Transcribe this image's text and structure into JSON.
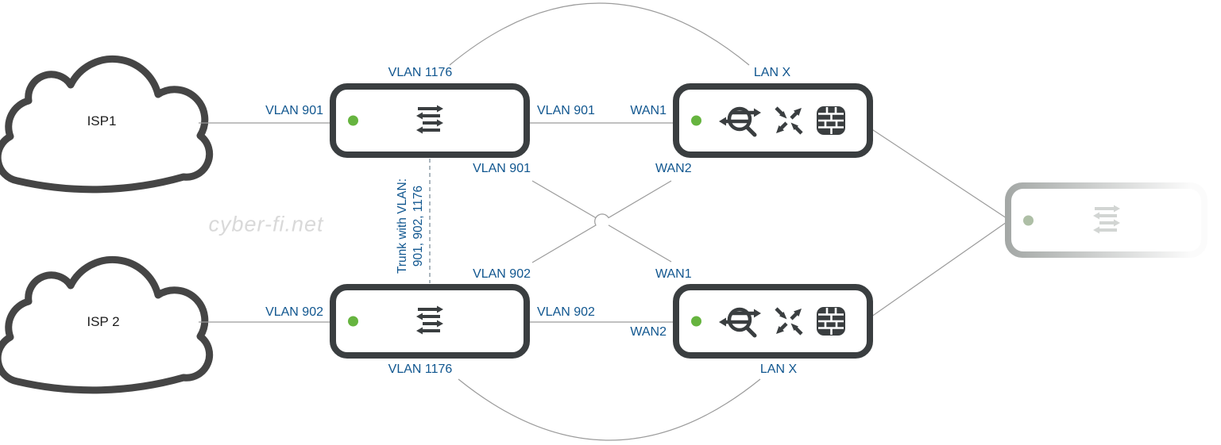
{
  "watermark": "cyber-fi.net",
  "clouds": {
    "isp1": "ISP1",
    "isp2": "ISP 2"
  },
  "labels": {
    "vlan1176_top": "VLAN 1176",
    "lanx_top": "LAN X",
    "vlan901_left": "VLAN 901",
    "vlan901_mid": "VLAN 901",
    "wan1_top": "WAN1",
    "vlan901_diag": "VLAN 901",
    "wan2_diag": "WAN2",
    "vlan902_diag": "VLAN 902",
    "wan1_diag": "WAN1",
    "vlan902_left": "VLAN 902",
    "vlan902_mid": "VLAN 902",
    "wan2_bottom": "WAN2",
    "vlan1176_bottom": "VLAN 1176",
    "lanx_bottom": "LAN X",
    "trunk_line1": "Trunk with VLAN:",
    "trunk_line2": "901, 902, 1176"
  },
  "icons": {
    "switch": "bidirectional-arrows-switch-icon",
    "router_nat": "circle-arrows-inspect-icon",
    "crossover": "four-crossing-arrows-icon",
    "firewall": "brick-wall-icon",
    "status": "green-status-dot"
  },
  "colors": {
    "label_blue": "#10568f",
    "device_border": "#3a3e40",
    "icon_dark": "#3a3e40",
    "status_green": "#66b43f",
    "line_gray": "#9b9b9b",
    "cloud_stroke": "#454545",
    "watermark_gray": "#d9d9d9",
    "faded_gray": "#d2d5d3"
  }
}
